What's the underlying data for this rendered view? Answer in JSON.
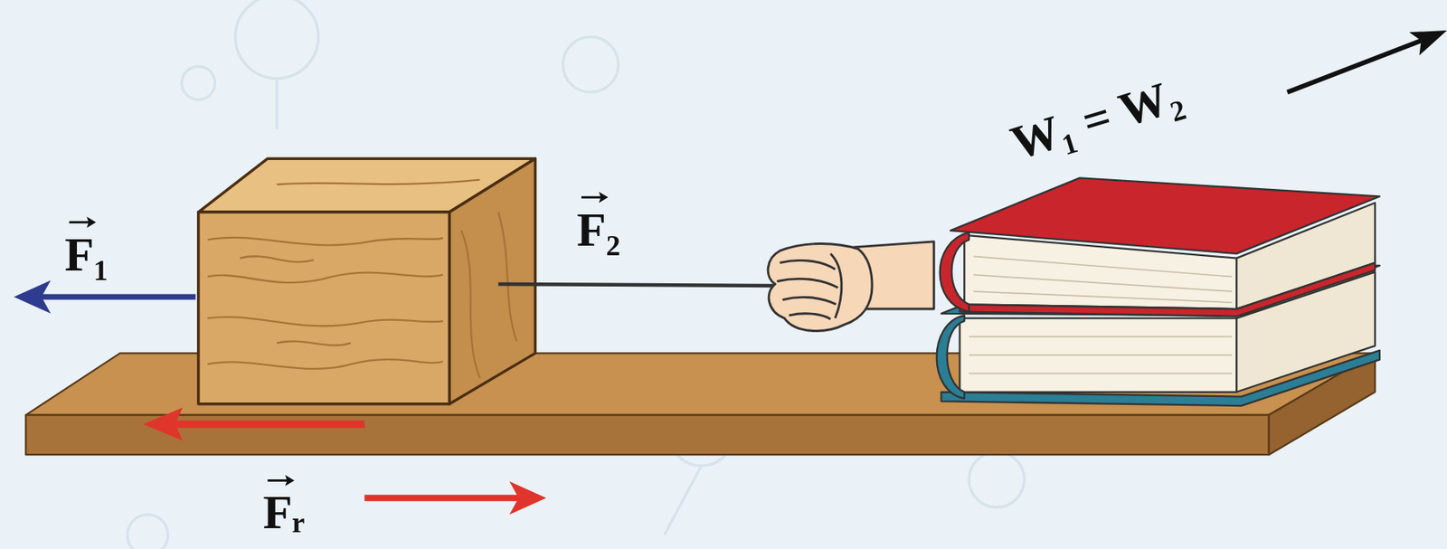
{
  "diagram": {
    "labels": [
      "F₁",
      "F₂",
      "Fᵣ",
      "W₁ = W₂"
    ]
  }
}
